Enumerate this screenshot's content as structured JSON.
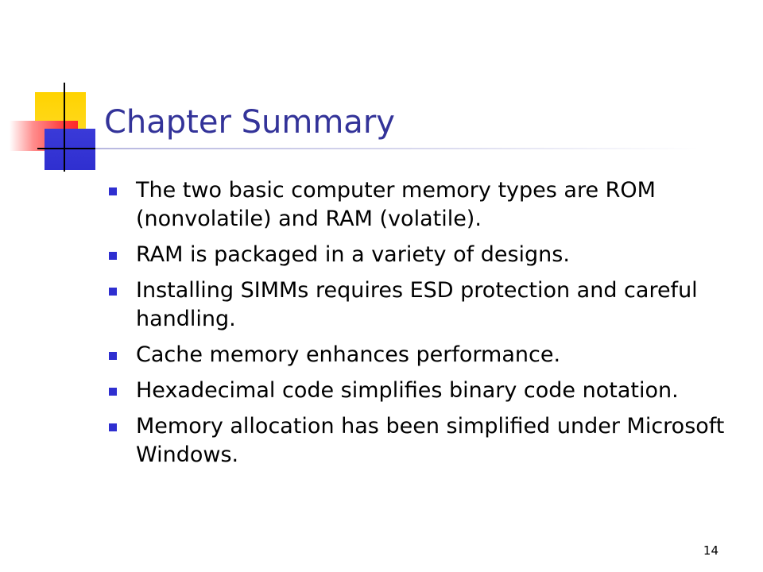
{
  "slide": {
    "title": "Chapter Summary",
    "bullets": [
      "The two basic computer memory types are ROM (nonvolatile) and RAM (volatile).",
      "RAM is packaged in a variety of designs.",
      "Installing SIMMs requires ESD protection and careful handling.",
      "Cache memory enhances performance.",
      "Hexadecimal code simplifies binary code notation.",
      "Memory allocation has been simplified under Microsoft Windows."
    ],
    "page_number": "14"
  },
  "colors": {
    "title": "#333399",
    "bullet_marker": "#2f2fd0",
    "deco_yellow": "#ffd300",
    "deco_red": "#ff2a2a",
    "deco_blue": "#2f2fd0"
  }
}
